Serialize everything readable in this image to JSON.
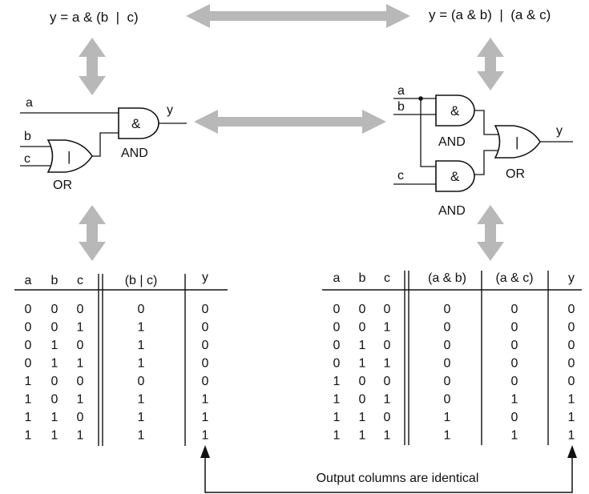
{
  "equations": {
    "left": "y = a & (b  |  c)",
    "right": "y = (a & b)  |  (a & c)"
  },
  "left_circuit": {
    "inputs": [
      "a",
      "b",
      "c"
    ],
    "output": "y",
    "and_gate": {
      "symbol": "&",
      "label": "AND"
    },
    "or_gate": {
      "symbol": "|",
      "label": "OR"
    }
  },
  "right_circuit": {
    "inputs": [
      "a",
      "b",
      "c"
    ],
    "output": "y",
    "and_gate_top": {
      "symbol": "&",
      "label": "AND"
    },
    "and_gate_bottom": {
      "symbol": "&",
      "label": "AND"
    },
    "or_gate": {
      "symbol": "|",
      "label": "OR"
    }
  },
  "left_table": {
    "headers": [
      "a",
      "b",
      "c",
      "(b | c)",
      "y"
    ],
    "rows": [
      [
        "0",
        "0",
        "0",
        "0",
        "0"
      ],
      [
        "0",
        "0",
        "1",
        "1",
        "0"
      ],
      [
        "0",
        "1",
        "0",
        "1",
        "0"
      ],
      [
        "0",
        "1",
        "1",
        "1",
        "0"
      ],
      [
        "1",
        "0",
        "0",
        "0",
        "0"
      ],
      [
        "1",
        "0",
        "1",
        "1",
        "1"
      ],
      [
        "1",
        "1",
        "0",
        "1",
        "1"
      ],
      [
        "1",
        "1",
        "1",
        "1",
        "1"
      ]
    ]
  },
  "right_table": {
    "headers": [
      "a",
      "b",
      "c",
      "(a & b)",
      "(a & c)",
      "y"
    ],
    "rows": [
      [
        "0",
        "0",
        "0",
        "0",
        "0",
        "0"
      ],
      [
        "0",
        "0",
        "1",
        "0",
        "0",
        "0"
      ],
      [
        "0",
        "1",
        "0",
        "0",
        "0",
        "0"
      ],
      [
        "0",
        "1",
        "1",
        "0",
        "0",
        "0"
      ],
      [
        "1",
        "0",
        "0",
        "0",
        "0",
        "0"
      ],
      [
        "1",
        "0",
        "1",
        "0",
        "1",
        "1"
      ],
      [
        "1",
        "1",
        "0",
        "1",
        "0",
        "1"
      ],
      [
        "1",
        "1",
        "1",
        "1",
        "1",
        "1"
      ]
    ]
  },
  "footer_note": "Output columns are identical",
  "colors": {
    "arrow": "#b8b8b8",
    "ink": "#111111"
  }
}
